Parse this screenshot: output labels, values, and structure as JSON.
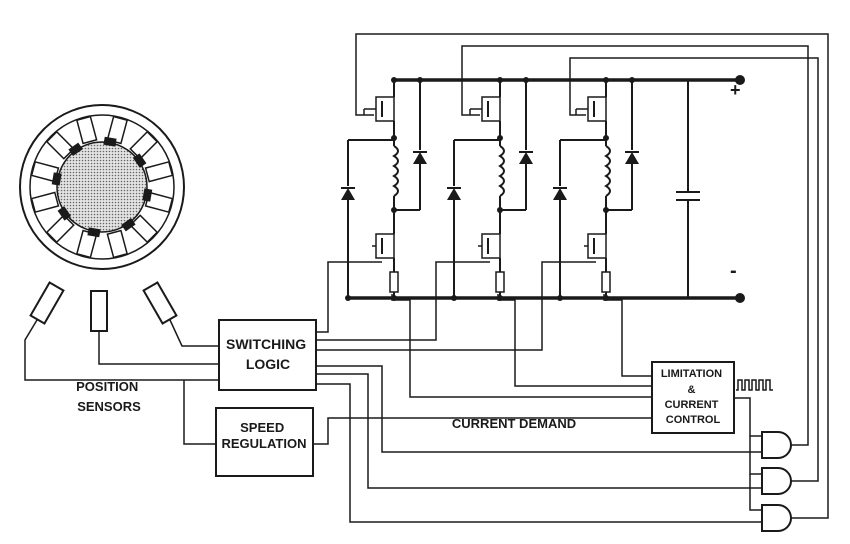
{
  "labels": {
    "switching_logic": [
      "SWITCHING",
      "LOGIC"
    ],
    "speed_regulation": [
      "SPEED",
      "REGULATION"
    ],
    "limitation": [
      "LIMITATION",
      "&",
      "CURRENT",
      "CONTROL"
    ],
    "position_sensors": [
      "POSITION",
      "SENSORS"
    ],
    "current_demand": "CURRENT DEMAND",
    "plus": "+",
    "minus": "-"
  },
  "colors": {
    "ink": "#1a1a1a",
    "rotor_fill": "#d0d0d0",
    "background": "#ffffff"
  },
  "motor": {
    "stator_poles": 12,
    "rotor_poles": 8
  },
  "converter": {
    "phases": 3
  },
  "gates": {
    "count": 3,
    "type": "AND"
  }
}
